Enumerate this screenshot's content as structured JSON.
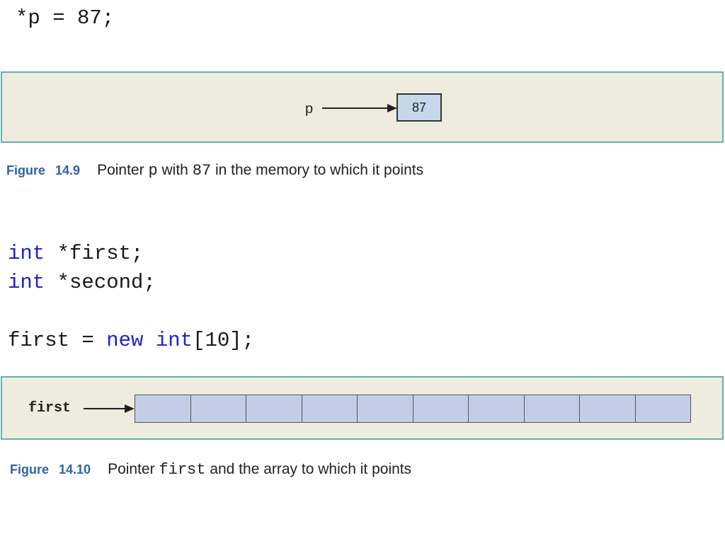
{
  "code_top": "*p = 87;",
  "figure1": {
    "pointer_label": "p",
    "value": "87",
    "caption_label": "Figure",
    "caption_number": "14.9",
    "caption_text_1": "Pointer",
    "caption_var": "p",
    "caption_text_2": "with",
    "caption_value": "87",
    "caption_text_3": "in the memory to which it points"
  },
  "code_block": {
    "line1_kw": "int",
    "line1_rest": " *first;",
    "line2_kw": "int",
    "line2_rest": " *second;",
    "line3_a": "first = ",
    "line3_kw1": "new",
    "line3_kw2": "int",
    "line3_b": "[10];"
  },
  "figure2": {
    "pointer_label": "first",
    "array_cells": 10,
    "caption_label": "Figure",
    "caption_number": "14.10",
    "caption_text_1": "Pointer",
    "caption_var": "first",
    "caption_text_2": "and the array to which it points"
  },
  "colors": {
    "keyword": "#2222cc",
    "panel_bg": "#eeecdf",
    "panel_border": "#5fb3b0",
    "figure_label": "#2f62a8",
    "value_box": "#c5d8ea",
    "array_cell": "#c3cde6"
  }
}
